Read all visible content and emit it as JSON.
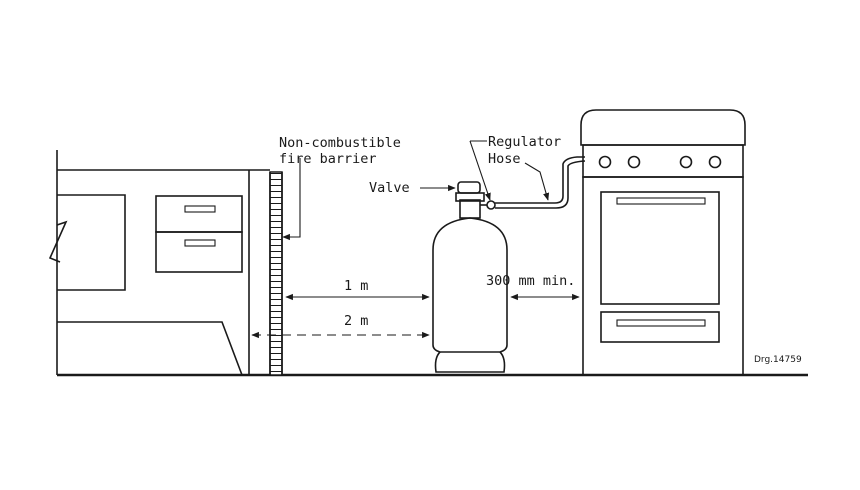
{
  "labels": {
    "barrier_line1": "Non-combustible",
    "barrier_line2": "fire barrier",
    "regulator": "Regulator",
    "hose": "Hose",
    "valve": "Valve",
    "clearance_min": "300 mm min.",
    "distance_1m": "1 m",
    "distance_2m": "2 m",
    "drawing_ref": "Drg.14759"
  }
}
